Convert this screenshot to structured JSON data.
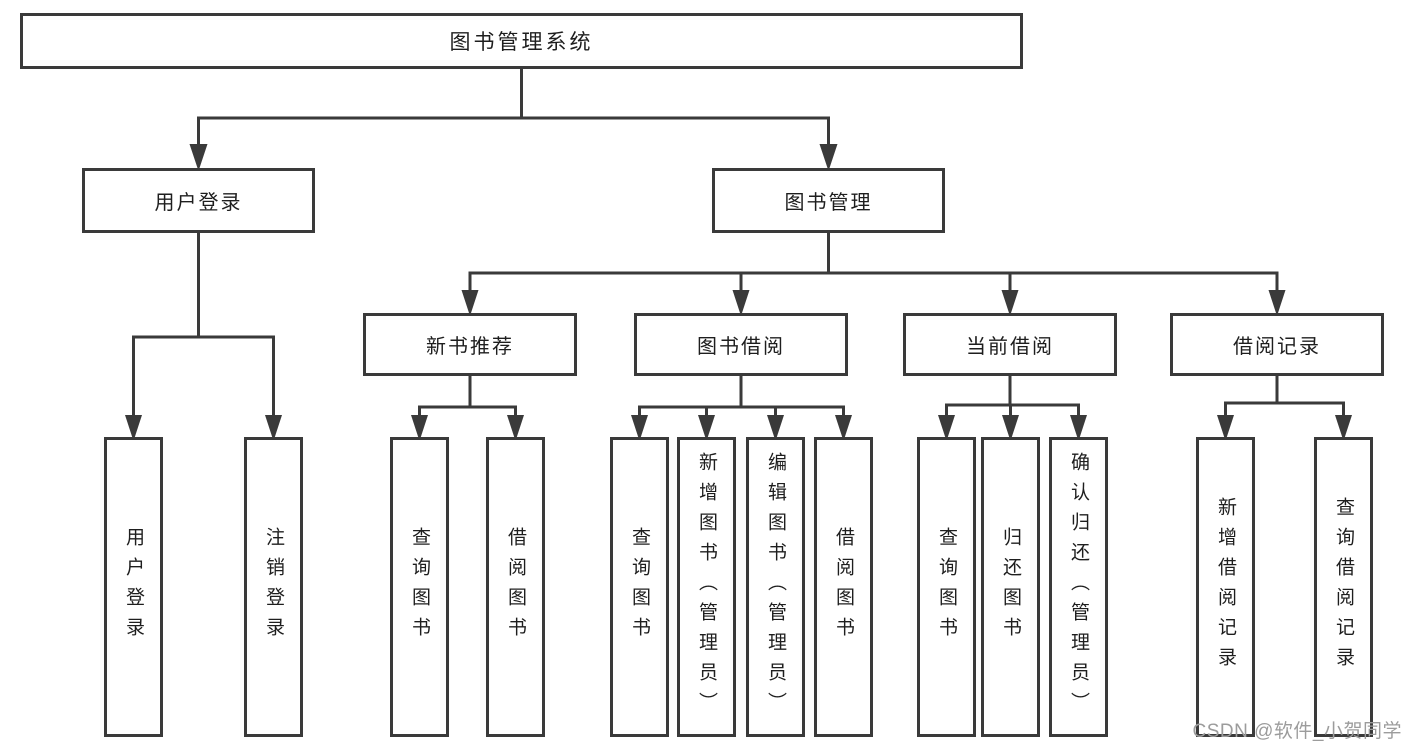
{
  "tree": {
    "label": "图书管理系统",
    "children": [
      {
        "label": "用户登录",
        "children": [
          {
            "label": "用户登录"
          },
          {
            "label": "注销登录"
          }
        ]
      },
      {
        "label": "图书管理",
        "children": [
          {
            "label": "新书推荐",
            "children": [
              {
                "label": "查询图书"
              },
              {
                "label": "借阅图书"
              }
            ]
          },
          {
            "label": "图书借阅",
            "children": [
              {
                "label": "查询图书"
              },
              {
                "label": "新增图书（管理员）"
              },
              {
                "label": "编辑图书（管理员）"
              },
              {
                "label": "借阅图书"
              }
            ]
          },
          {
            "label": "当前借阅",
            "children": [
              {
                "label": "查询图书"
              },
              {
                "label": "归还图书"
              },
              {
                "label": "确认归还（管理员）"
              }
            ]
          },
          {
            "label": "借阅记录",
            "children": [
              {
                "label": "新增借阅记录"
              },
              {
                "label": "查询借阅记录"
              }
            ]
          }
        ]
      }
    ]
  },
  "colors": {
    "line": "#3a3a3a",
    "text": "#1e1e1e",
    "box_background": "#ffffff"
  },
  "watermark": {
    "text": "CSDN @软件_小贺同学",
    "color": "#9c9c9c"
  }
}
